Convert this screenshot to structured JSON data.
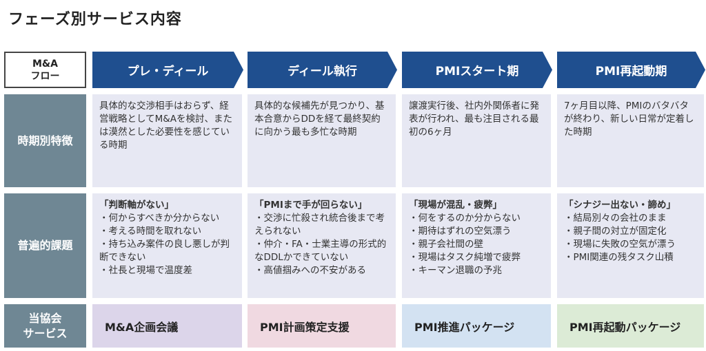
{
  "title": "フェーズ別サービス内容",
  "flow_label": [
    "M&A",
    "フロー"
  ],
  "phases": [
    "プレ・ディール",
    "ディール執行",
    "PMIスタート期",
    "PMI再起動期"
  ],
  "row_labels": {
    "features": "時期別特徴",
    "issues": "普遍的課題",
    "services": [
      "当協会",
      "サービス"
    ]
  },
  "features": [
    "具体的な交渉相手はおらず、経営戦略としてM&Aを検討、または漠然とした必要性を感じている時期",
    "具体的な候補先が見つかり、基本合意からDDを経て最終契約に向かう最も多忙な時期",
    "譲渡実行後、社内外関係者に発表が行われ、最も注目される最初の6ヶ月",
    "7ヶ月目以降、PMIのバタバタが終わり、新しい日常が定着した時期"
  ],
  "issues": [
    {
      "heading": "「判断軸がない」",
      "items": [
        "・何からすべきか分からない",
        "・考える時間を取れない",
        "・持ち込み案件の良し悪しが判断できない",
        "・社長と現場で温度差"
      ]
    },
    {
      "heading": "「PMIまで手が回らない」",
      "items": [
        "・交渉に忙殺され統合後まで考えられない",
        "・仲介・FA・士業主導の形式的なDDLかできていない",
        "・高値掴みへの不安がある"
      ]
    },
    {
      "heading": "「現場が混乱・疲弊」",
      "items": [
        "・何をするのか分からない",
        "・期待はずれの空気漂う",
        "・親子会社間の壁",
        "・現場はタスク純増で疲弊",
        "・キーマン退職の予兆"
      ]
    },
    {
      "heading": "「シナジー出ない・諦め」",
      "items": [
        "・結局別々の会社のまま",
        "・親子間の対立が固定化",
        "・現場に失敗の空気が漂う",
        "・PMI関連の残タスク山積"
      ]
    }
  ],
  "services": [
    "M&A企画会議",
    "PMI計画策定支援",
    "PMI推進パッケージ",
    "PMI再起動パッケージ"
  ],
  "colors": {
    "chevron": "#1f4f8f",
    "label": "#6f8794",
    "cell": "#e7e8f3",
    "services": [
      "#dcd5ea",
      "#f0d9e1",
      "#d3e2f2",
      "#dcebd6"
    ]
  }
}
